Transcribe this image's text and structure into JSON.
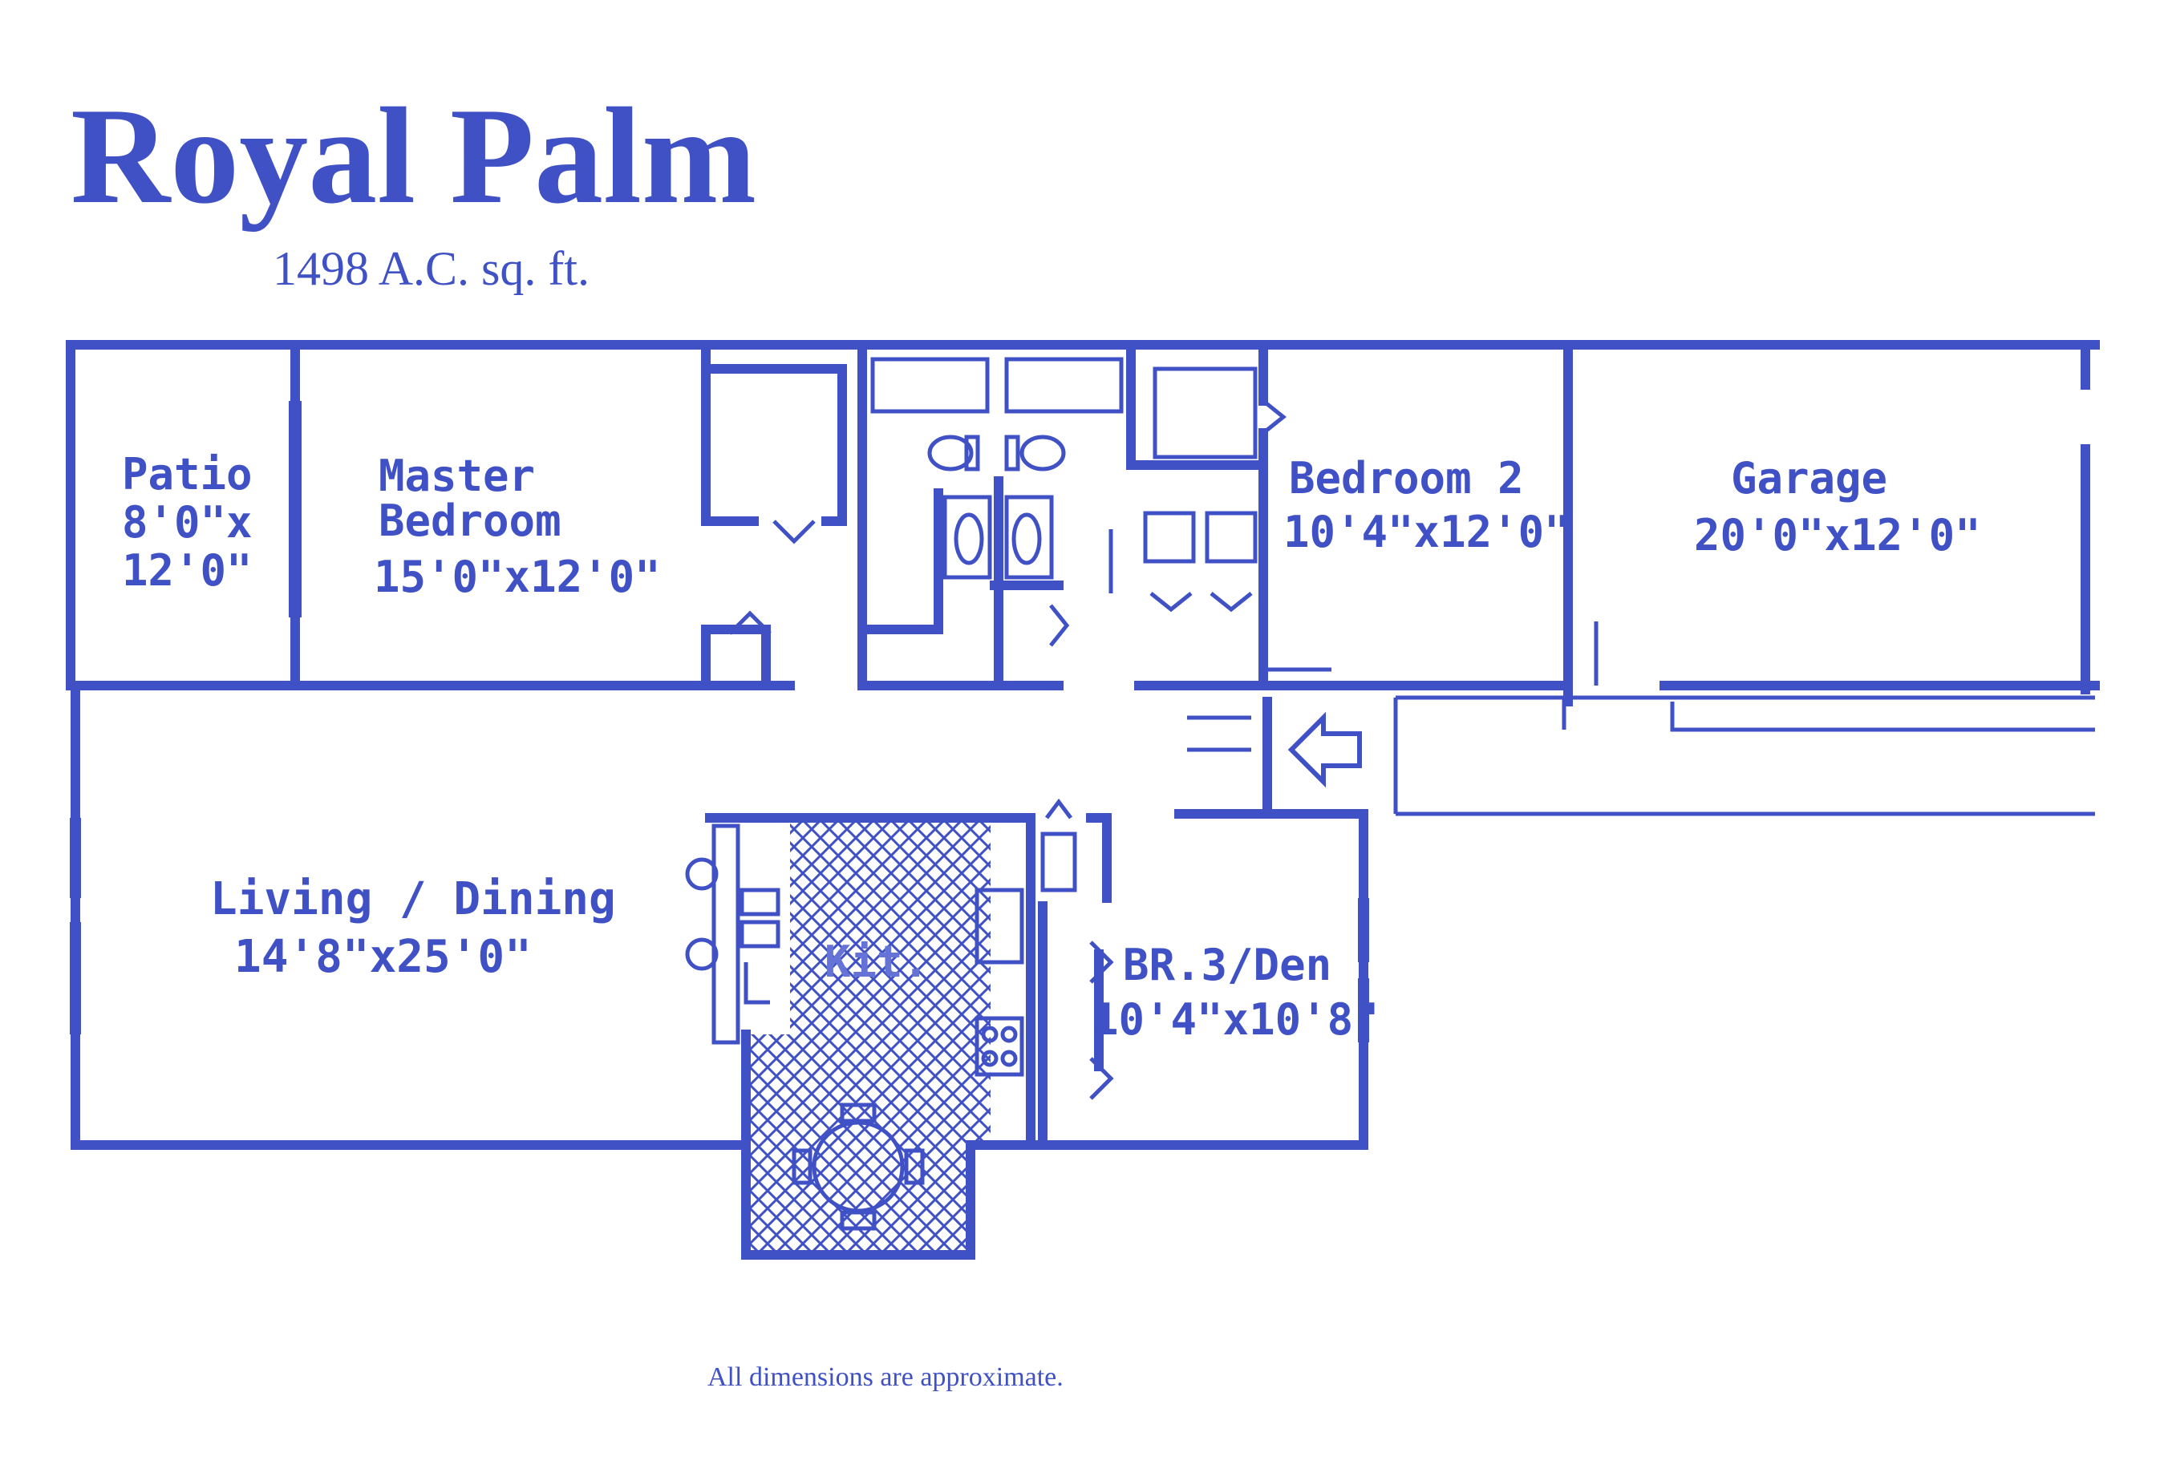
{
  "colors": {
    "ink": "#3f51c4",
    "ink_light": "#6673d6",
    "paper": "#ffffff"
  },
  "header": {
    "title": "Royal Palm",
    "subtitle": "1498 A.C. sq. ft."
  },
  "rooms": {
    "patio": {
      "name": "Patio",
      "dim1": "8'0\"x",
      "dim2": "12'0\""
    },
    "master": {
      "name1": "Master",
      "name2": "Bedroom",
      "dim": "15'0\"x12'0\""
    },
    "bedroom2": {
      "name": "Bedroom 2",
      "dim": "10'4\"x12'0\""
    },
    "garage": {
      "name": "Garage",
      "dim": "20'0\"x12'0\""
    },
    "living": {
      "name": "Living / Dining",
      "dim": "14'8\"x25'0\""
    },
    "kitchen": {
      "name": "Kit."
    },
    "br3": {
      "name": "BR.3/Den",
      "dim": "10'4\"x10'8\""
    }
  },
  "footer": {
    "note": "All dimensions are approximate."
  }
}
